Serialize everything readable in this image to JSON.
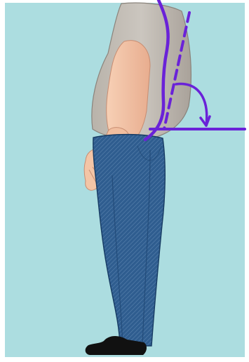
{
  "figure": {
    "subject": "standing-person-side-view",
    "colors": {
      "background": "#acdde0",
      "border": "#ffffff",
      "skin": "#f5c7a8",
      "skin_shadow": "#e7a98b",
      "shirt": "#c9c4bd",
      "shirt_shadow": "#aaa39a",
      "jeans": "#2f5d8f",
      "jeans_dark": "#173b63",
      "shoe": "#111111",
      "annotation": "#6a22d8"
    },
    "annotations": {
      "spine_curve": "solid-curved-line",
      "vertical_reference": "dashed-line",
      "horizontal_reference": "solid-line",
      "angle_marker": "arc-with-arrow"
    }
  }
}
